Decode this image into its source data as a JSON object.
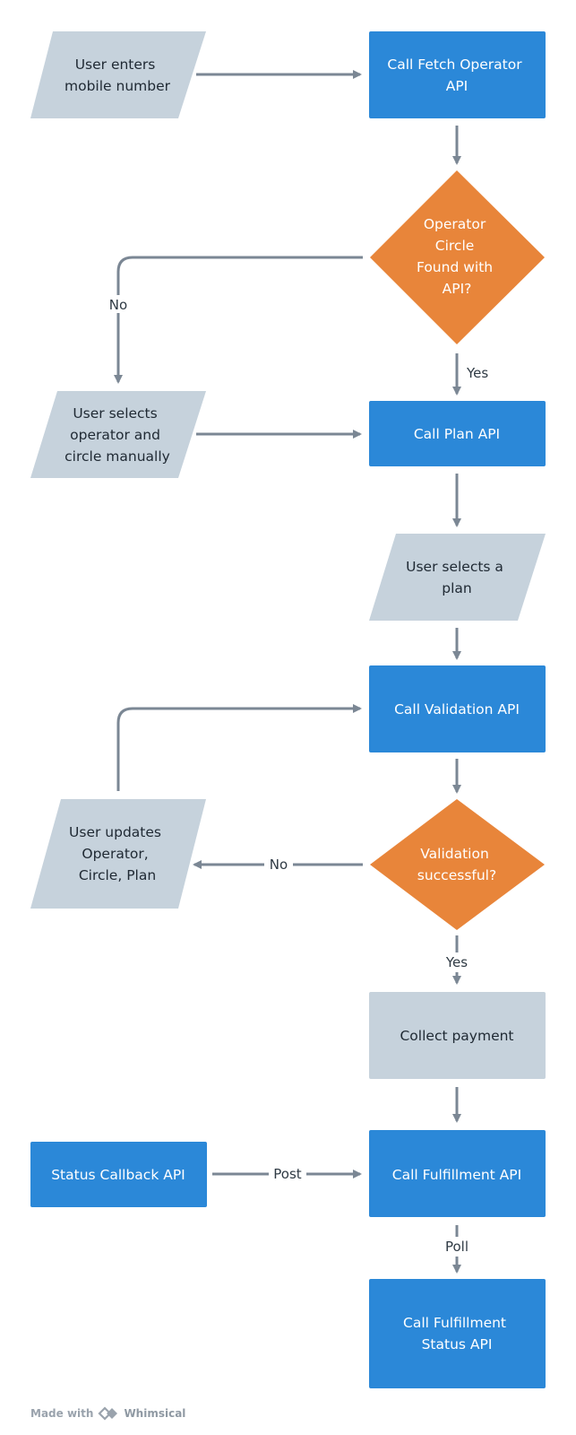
{
  "colors": {
    "process": "#2b88d8",
    "data": "#c6d2dc",
    "decision": "#e8853a",
    "connector": "#7b8794",
    "text_light": "#ffffff",
    "text_dark": "#1f2933"
  },
  "nodes": {
    "user_enters": [
      "User enters",
      "mobile number"
    ],
    "fetch_operator": [
      "Call Fetch Operator",
      "API"
    ],
    "operator_found": [
      "Operator",
      "Circle",
      "Found with",
      "API?"
    ],
    "select_manually": [
      "User selects",
      "operator and",
      "circle manually"
    ],
    "plan_api": [
      "Call Plan API"
    ],
    "select_plan": [
      "User selects a",
      "plan"
    ],
    "validation_api": [
      "Call Validation API"
    ],
    "validation_ok": [
      "Validation",
      "successful?"
    ],
    "user_updates": [
      "User updates",
      "Operator,",
      "Circle, Plan"
    ],
    "collect_payment": [
      "Collect payment"
    ],
    "status_callback": [
      "Status Callback API"
    ],
    "fulfillment_api": [
      "Call Fulfillment API"
    ],
    "fulfillment_status": [
      "Call Fulfillment",
      "Status API"
    ]
  },
  "edge_labels": {
    "found_no": "No",
    "found_yes": "Yes",
    "validation_no": "No",
    "validation_yes": "Yes",
    "post": "Post",
    "poll": "Poll"
  },
  "footer": {
    "made_with": "Made with",
    "brand": "Whimsical",
    "logo_icon": "whimsical-logo-icon"
  }
}
